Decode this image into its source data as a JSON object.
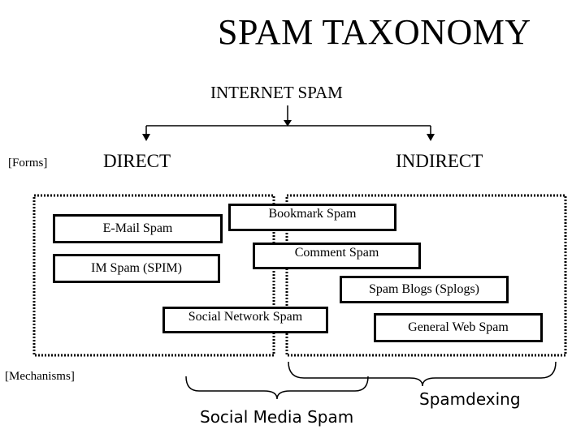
{
  "title": "SPAM TAXONOMY",
  "root": "INTERNET SPAM",
  "branches": {
    "direct": "DIRECT",
    "indirect": "INDIRECT"
  },
  "side_labels": {
    "forms": "[Forms]",
    "mechanisms": "[Mechanisms]"
  },
  "direct_items": [
    "E-Mail Spam",
    "IM Spam (SPIM)"
  ],
  "indirect_items": [
    "Bookmark Spam",
    "Comment Spam",
    "Spam Blogs (Splogs)",
    "General Web Spam"
  ],
  "shared_item": "Social Network Spam",
  "groups": {
    "social_media": "Social Media Spam",
    "spamdexing": "Spamdexing"
  }
}
